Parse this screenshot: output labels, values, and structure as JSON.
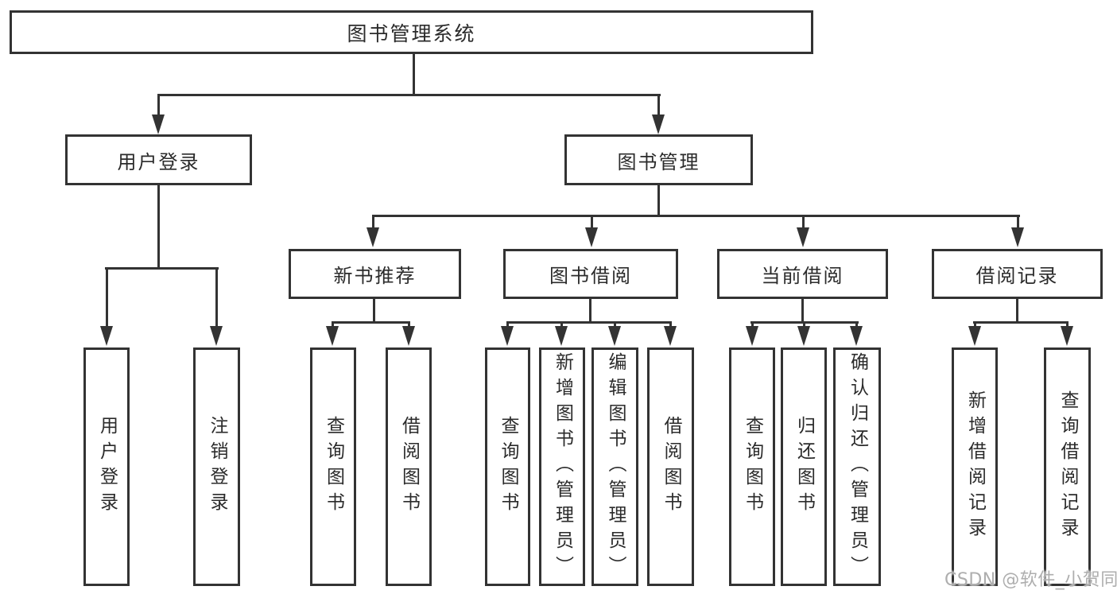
{
  "tree": {
    "root": {
      "label": "图书管理系统",
      "children": [
        {
          "label": "用户登录",
          "children": [
            {
              "label": "用户登录"
            },
            {
              "label": "注销登录"
            }
          ]
        },
        {
          "label": "图书管理",
          "children": [
            {
              "label": "新书推荐",
              "children": [
                {
                  "label": "查询图书"
                },
                {
                  "label": "借阅图书"
                }
              ]
            },
            {
              "label": "图书借阅",
              "children": [
                {
                  "label": "查询图书"
                },
                {
                  "label": "新增图书（管理员）"
                },
                {
                  "label": "编辑图书（管理员）"
                },
                {
                  "label": "借阅图书"
                }
              ]
            },
            {
              "label": "当前借阅",
              "children": [
                {
                  "label": "查询图书"
                },
                {
                  "label": "归还图书"
                },
                {
                  "label": "确认归还（管理员）"
                }
              ]
            },
            {
              "label": "借阅记录",
              "children": [
                {
                  "label": "新增借阅记录"
                },
                {
                  "label": "查询借阅记录"
                }
              ]
            }
          ]
        }
      ]
    }
  },
  "watermark": {
    "text": "CSDN @软件_小贺同学"
  }
}
